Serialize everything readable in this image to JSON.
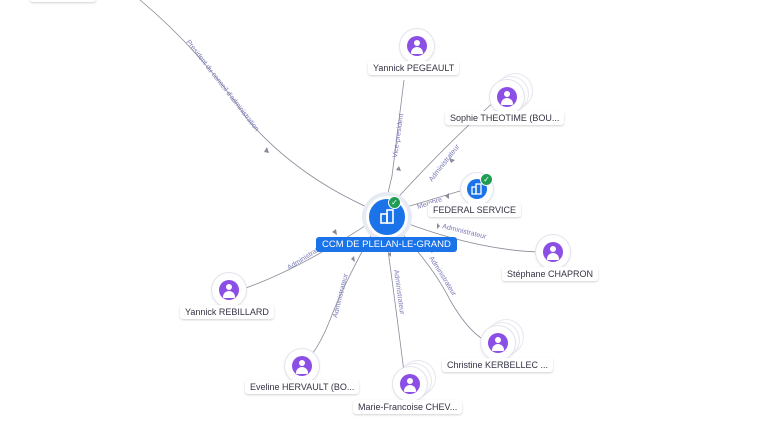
{
  "center": {
    "name": "CCM DE PLELAN-LE-GRAND",
    "icon": "building-icon",
    "verified": true
  },
  "company_node": {
    "name": "FEDERAL SERVICE",
    "icon": "building-icon",
    "verified": true
  },
  "persons": [
    {
      "id": "pegeault",
      "name": "Yannick PEGEAULT",
      "icon": "person-icon"
    },
    {
      "id": "theotime",
      "name": "Sophie THEOTIME (BOU...",
      "icon": "person-icon"
    },
    {
      "id": "chapron",
      "name": "Stéphane CHAPRON",
      "icon": "person-icon"
    },
    {
      "id": "kerbellec",
      "name": "Christine KERBELLEC ...",
      "icon": "person-icon"
    },
    {
      "id": "chev",
      "name": "Marie-Francoise CHEV...",
      "icon": "person-icon"
    },
    {
      "id": "hervault",
      "name": "Eveline HERVAULT (BO...",
      "icon": "person-icon"
    },
    {
      "id": "rebillard",
      "name": "Yannick REBILLARD",
      "icon": "person-icon"
    }
  ],
  "edge_labels": {
    "president": "President du conseil d'administration",
    "vice_president": "Vice-president",
    "admin_theotime": "Administrateur",
    "membre": "Membre",
    "admin_chapron": "Administrateur",
    "admin_kerbellec": "Administrateur",
    "admin_chev": "Administrateur",
    "admin_hervault": "Administrateur",
    "admin_rebillard": "Administrateur"
  },
  "colors": {
    "accent": "#1a73e8",
    "person": "#8b4fe6",
    "verified": "#1f9d55",
    "edge": "#8a8a99",
    "edge_label": "#7a7ab8"
  }
}
